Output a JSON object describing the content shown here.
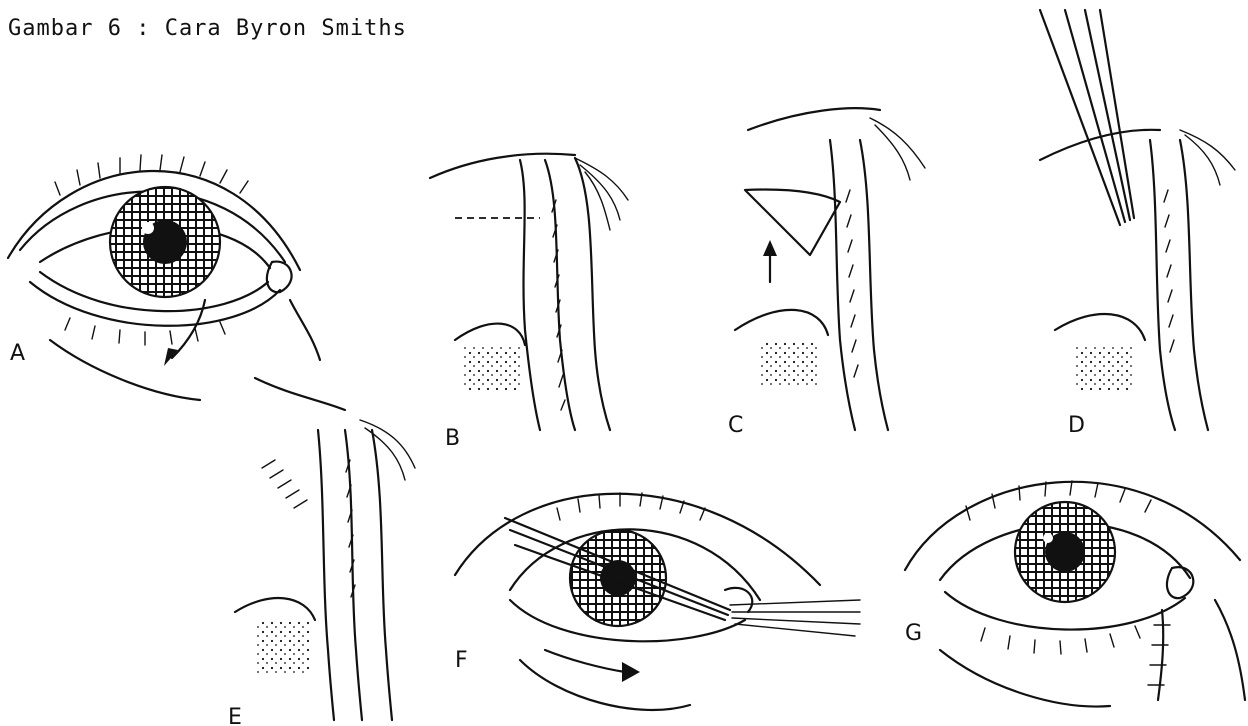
{
  "caption": "Gambar 6 : Cara Byron Smiths",
  "panels": [
    {
      "id": "A",
      "label": "A"
    },
    {
      "id": "B",
      "label": "B"
    },
    {
      "id": "C",
      "label": "C"
    },
    {
      "id": "D",
      "label": "D"
    },
    {
      "id": "E",
      "label": "E"
    },
    {
      "id": "F",
      "label": "F"
    },
    {
      "id": "G",
      "label": "G"
    }
  ]
}
